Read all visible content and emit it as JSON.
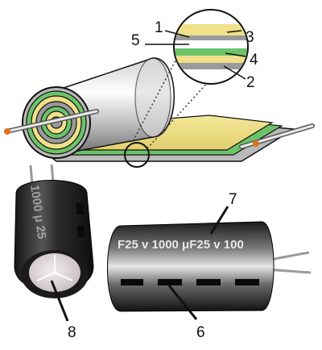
{
  "labels": {
    "n1": "1",
    "n2": "2",
    "n3": "3",
    "n4": "4",
    "n5": "5",
    "n6": "6",
    "n7": "7",
    "n8": "8"
  },
  "capacitor_markings": {
    "left_body_text": "1000 μ 25",
    "right_body_text": "F25 v  1000 μF25 v  100"
  },
  "colors": {
    "yellow_layer": "#f0e08a",
    "green_layer": "#6cc36a",
    "grey_layer": "#9a9a9a",
    "dark_outline": "#111111",
    "can_dark": "#2a2a2a",
    "can_light": "#cfcfcf",
    "lead_orange": "#e0701a"
  }
}
